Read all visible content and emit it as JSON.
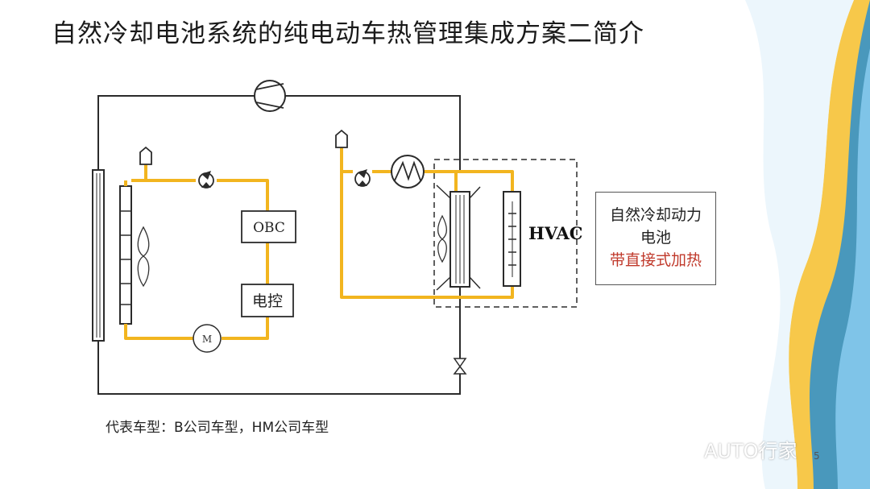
{
  "slide": {
    "title": "自然冷却电池系统的纯电动车热管理集成方案二简介",
    "caption": "代表车型：B公司车型，HM公司车型",
    "watermark": "AUTO行家",
    "page_number": "5"
  },
  "diagram": {
    "labels": {
      "obc": "OBC",
      "controller": "电控",
      "hvac": "HVAC",
      "motor": "M"
    },
    "note": {
      "line1": "自然冷却动力",
      "line2": "电池",
      "line3": "带直接式加热"
    },
    "colors": {
      "coolant_loop": "#f2b51f",
      "refrigerant_line": "#2b2b2b",
      "accent_text": "#c0392b",
      "decor_blue": "#3fa9dc",
      "decor_yellow": "#f7c84a"
    }
  }
}
